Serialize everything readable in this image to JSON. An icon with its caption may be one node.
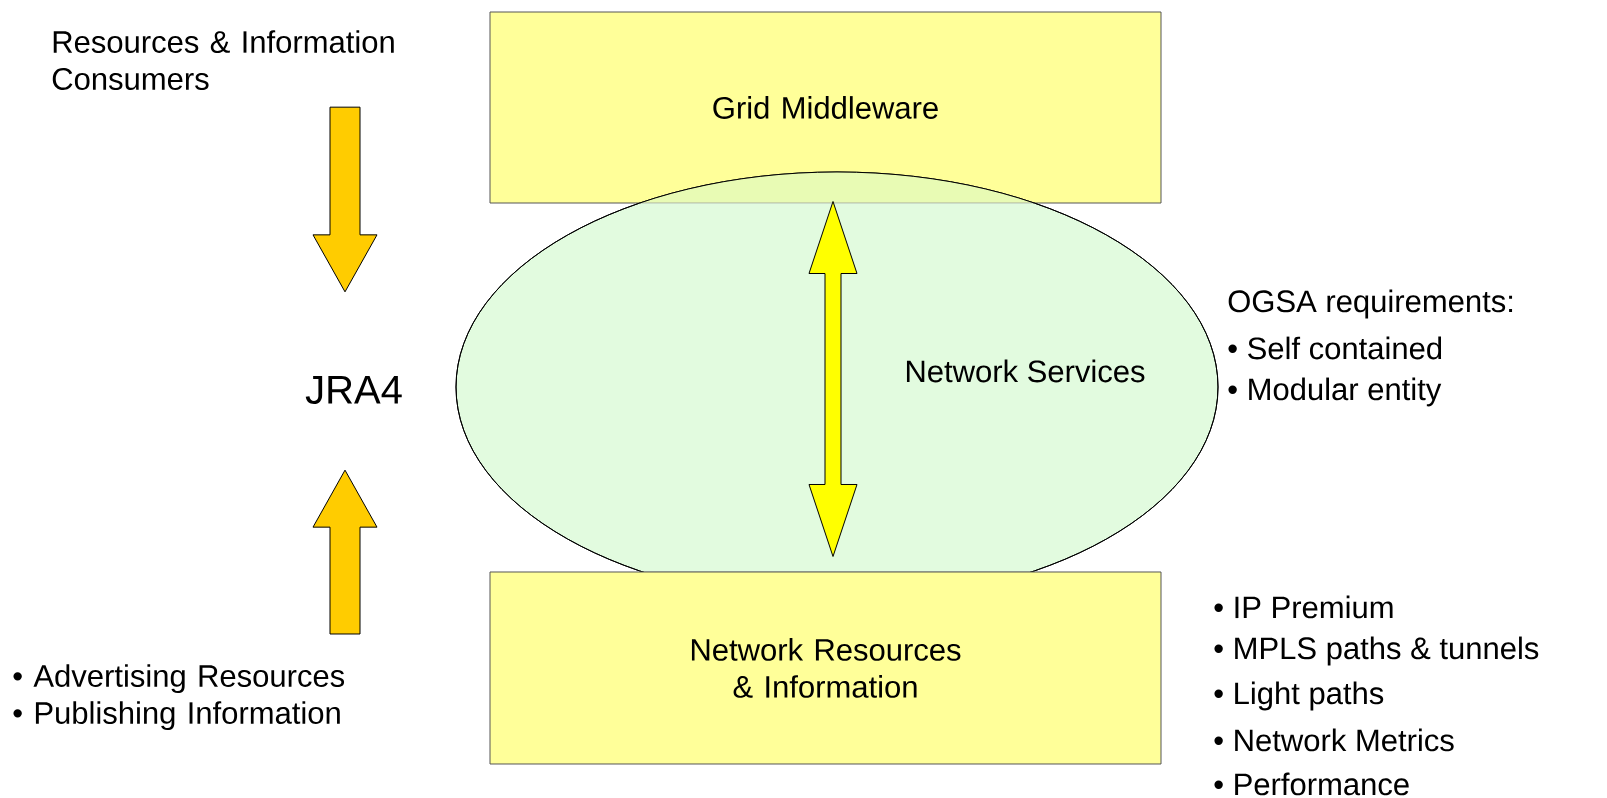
{
  "diagram": {
    "nodes": [
      {
        "text": [
          "Resources & Information Consumers"
        ]
      },
      {
        "text": [
          "Grid Middleware"
        ]
      },
      {
        "text": [
          "Network Services"
        ]
      },
      {
        "text": [
          "JRA4"
        ]
      },
      {
        "text": [
          "Network Resources & Information"
        ]
      },
      {
        "text": [
          "• Advertising Resources",
          "• Publishing Information"
        ]
      }
    ],
    "edges": [
      {
        "from": 0,
        "to": 3,
        "arrow": "to"
      },
      {
        "from": 5,
        "to": 3,
        "arrow": "to"
      },
      {
        "from": 1,
        "to": 4,
        "arrow": "both",
        "color": "#ffff00"
      }
    ],
    "labels": [
      "OGSA requirements:",
      "• Self contained",
      "• Modular entity",
      "• IP Premium",
      "• MPLS paths & tunnels",
      "• Light paths",
      "• Network Metrics",
      "• Performance"
    ]
  }
}
